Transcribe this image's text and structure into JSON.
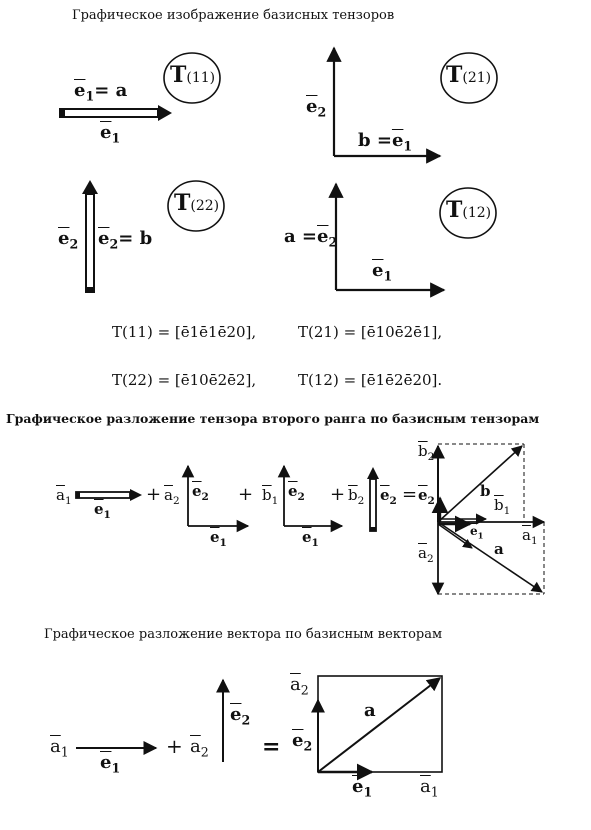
{
  "headings": {
    "basis_tensors": "Графическое изображение базисных тензоров",
    "tensor_decomposition": "Графическое разложение тензора второго ранга по базисным тензорам",
    "vector_decomposition": "Графическое разложение вектора по базисным векторам"
  },
  "tensor_labels": {
    "t11": {
      "main": "T",
      "sub": "(11)"
    },
    "t21": {
      "main": "T",
      "sub": "(21)"
    },
    "t22": {
      "main": "T",
      "sub": "(22)"
    },
    "t12": {
      "main": "T",
      "sub": "(12)"
    }
  },
  "panel_labels": {
    "t11_top": "e",
    "t11_top_sub": "1",
    "t11_top_eq": "= a",
    "t11_bottom": "e",
    "t11_bottom_sub": "1",
    "t21_vertical": "e",
    "t21_vertical_sub": "2",
    "t21_horizontal_prefix": "b =",
    "t21_horizontal": "e",
    "t21_horizontal_sub": "1",
    "t22_left": "e",
    "t22_left_sub": "2",
    "t22_right": "e",
    "t22_right_sub": "2",
    "t22_right_eq": "= b",
    "t12_vertical_prefix": "a =",
    "t12_vertical": "e",
    "t12_vertical_sub": "2",
    "t12_horizontal": "e",
    "t12_horizontal_sub": "1"
  },
  "formulas": {
    "line1_left": "T(11) = [ē1ē1ē20],",
    "line1_right": "T(21) = [ē10ē2ē1],",
    "line2_left": "T(22) = [ē10ē2ē2],",
    "line2_right": "T(12) = [ē1ē2ē20]."
  },
  "tensor_decomp": {
    "a1": "a",
    "a1_sub": "1",
    "e1_a": "e",
    "e1_a_sub": "1",
    "plus1": "+",
    "a2": "a",
    "a2_sub": "2",
    "e2_a": "e",
    "e2_a_sub": "2",
    "e1_b": "e",
    "e1_b_sub": "1",
    "plus2": "+",
    "b1": "b",
    "b1_sub": "1",
    "e2_b": "e",
    "e2_b_sub": "2",
    "e1_c": "e",
    "e1_c_sub": "1",
    "plus3": "+",
    "b2": "b",
    "b2_sub": "2",
    "e2_c": "e",
    "e2_c_sub": "2",
    "eq": "=",
    "e2_res": "e",
    "e2_res_sub": "2",
    "a2_res": "a",
    "a2_res_sub": "2",
    "b2_res": "b",
    "b2_res_sub": "2",
    "b_vec": "b",
    "b1_res": "b",
    "b1_res_sub": "1",
    "e1_res": "e",
    "e1_res_sub": "1",
    "a_vec": "a",
    "a1_res": "a",
    "a1_res_sub": "1"
  },
  "vector_decomp": {
    "a1": "a",
    "a1_sub": "1",
    "e1": "e",
    "e1_sub": "1",
    "plus": "+",
    "a2": "a",
    "a2_sub": "2",
    "e2": "e",
    "e2_sub": "2",
    "eq": "=",
    "a2_res": "a",
    "a2_res_sub": "2",
    "e2_res": "e",
    "e2_res_sub": "2",
    "a_vec": "a",
    "e1_res": "e",
    "e1_res_sub": "1",
    "a1_res": "a",
    "a1_res_sub": "1"
  },
  "colors": {
    "ink": "#111111",
    "background": "#ffffff"
  }
}
